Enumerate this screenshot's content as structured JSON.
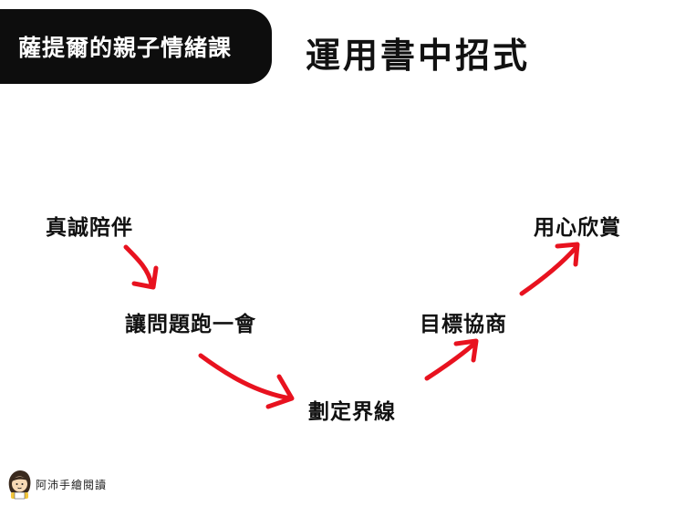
{
  "header": {
    "course_tag": "薩提爾的親子情緒課",
    "title": "運用書中招式"
  },
  "steps": [
    "真誠陪伴",
    "讓問題跑一會",
    "劃定界線",
    "目標協商",
    "用心欣賞"
  ],
  "brand": {
    "name": "阿沛手繪閱讀",
    "avatar_icon": "girl-avatar-icon"
  },
  "colors": {
    "arrow": "#e8121f",
    "tag_bg": "#0d0d0d",
    "tag_text": "#ffffff"
  }
}
